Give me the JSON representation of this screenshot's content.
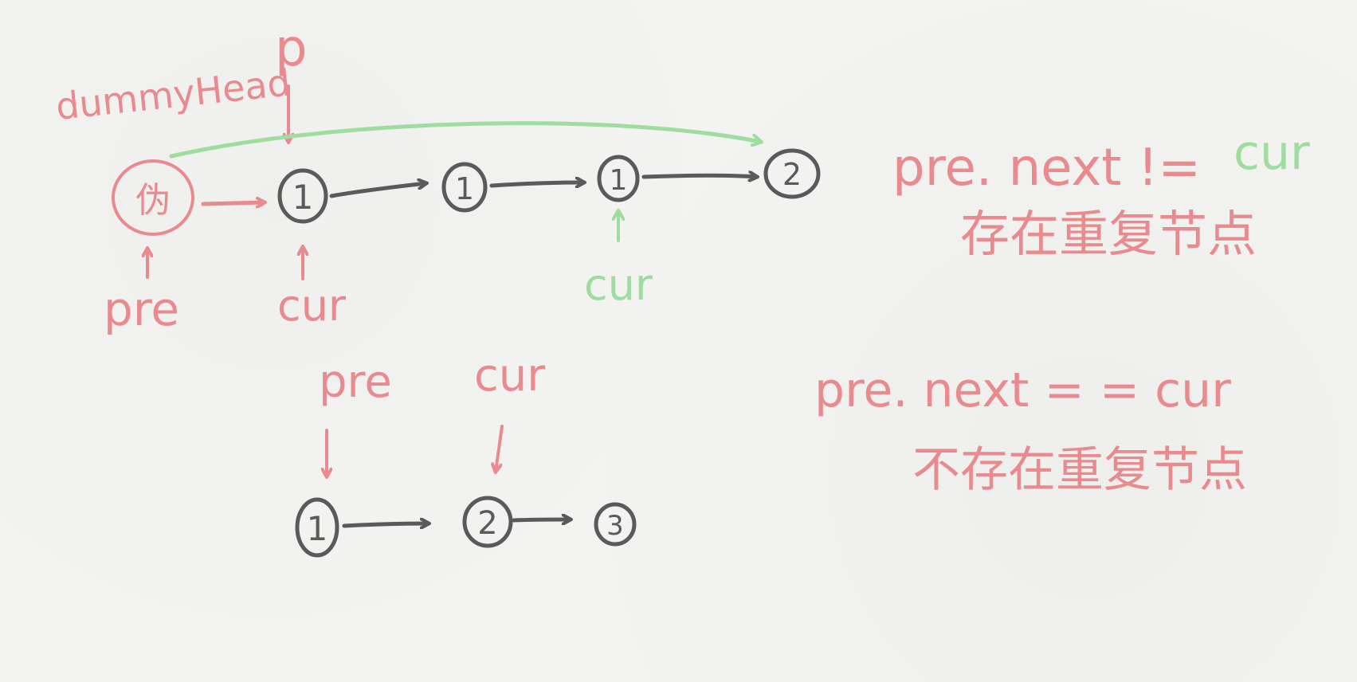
{
  "colors": {
    "red": "#e98a8e",
    "green": "#9fdc9f",
    "gray": "#5a5a5a"
  },
  "top_list": {
    "dummy_label": "dummyHead",
    "dummy_node": "伪",
    "p_label": "p",
    "pre_label": "pre",
    "cur_label": "cur",
    "cur_green_label": "cur",
    "nodes": [
      "1",
      "1",
      "1",
      "2"
    ]
  },
  "bottom_list": {
    "pre_label": "pre",
    "cur_label": "cur",
    "nodes": [
      "1",
      "2",
      "3"
    ]
  },
  "notes": {
    "cond1_left": "pre. next  !=",
    "cond1_right": "cur",
    "cond1_meaning": "存在重复节点",
    "cond2": "pre. next  = = cur",
    "cond2_meaning": "不存在重复节点"
  }
}
